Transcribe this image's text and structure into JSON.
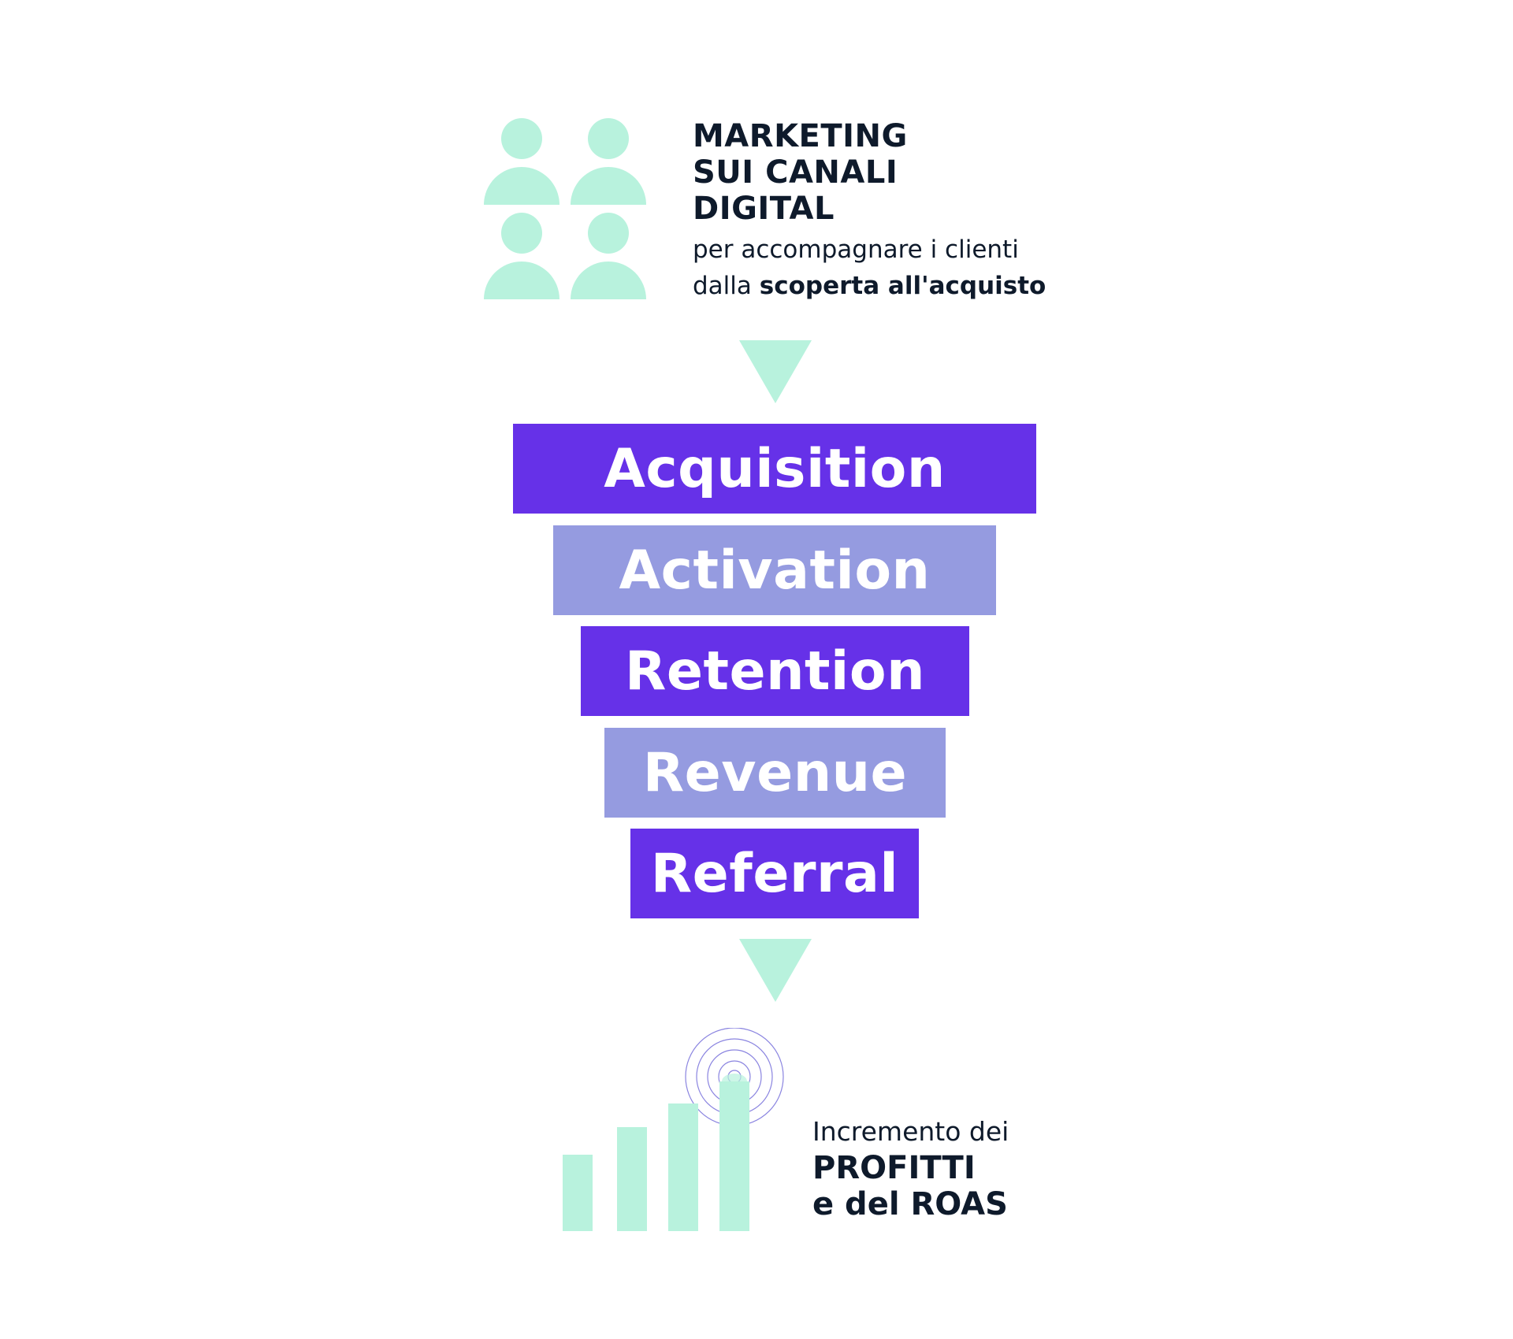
{
  "header": {
    "title_lines": [
      "MARKETING",
      "SUI CANALI",
      "DIGITAL"
    ],
    "subtitle_line1": "per accompagnare i clienti",
    "subtitle_line2_prefix": "dalla ",
    "subtitle_line2_bold": "scoperta all'acquisto"
  },
  "icons": {
    "people": "people-group-icon",
    "arrow": "arrow-down-icon",
    "growth": "growth-bar-chart-icon",
    "signal": "signal-rings-icon"
  },
  "funnel": {
    "stages": [
      {
        "label": "Acquisition"
      },
      {
        "label": "Activation"
      },
      {
        "label": "Retention"
      },
      {
        "label": "Revenue"
      },
      {
        "label": "Referral"
      }
    ]
  },
  "footer": {
    "line1": "Incremento dei",
    "line2": "PROFITTI",
    "line3": "e del ROAS"
  },
  "colors": {
    "mint": "#b8f2dd",
    "purple_dark": "#6631e8",
    "purple_light": "#959be0",
    "text_dark": "#0e1a2b",
    "ring": "#8a84e0"
  }
}
